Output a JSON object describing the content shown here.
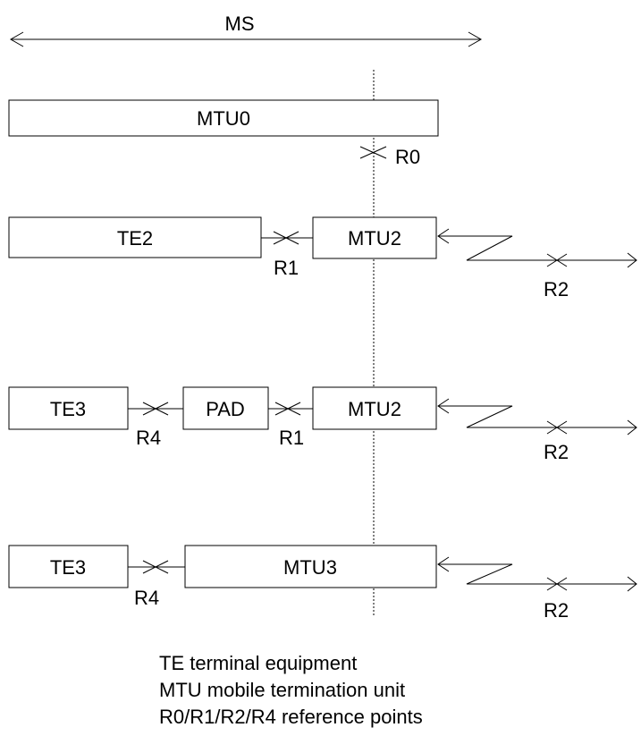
{
  "diagram": {
    "ms_label": "MS",
    "mtu0": "MTU0",
    "r0": "R0",
    "row1": {
      "te": "TE2",
      "mtu": "MTU2",
      "r1": "R1",
      "r2": "R2"
    },
    "row2": {
      "te": "TE3",
      "pad": "PAD",
      "mtu": "MTU2",
      "r4": "R4",
      "r1": "R1",
      "r2": "R2"
    },
    "row3": {
      "te": "TE3",
      "mtu": "MTU3",
      "r4": "R4",
      "r2": "R2"
    }
  },
  "legend": [
    "TE terminal equipment",
    "MTU mobile termination unit",
    "R0/R1/R2/R4 reference points"
  ]
}
